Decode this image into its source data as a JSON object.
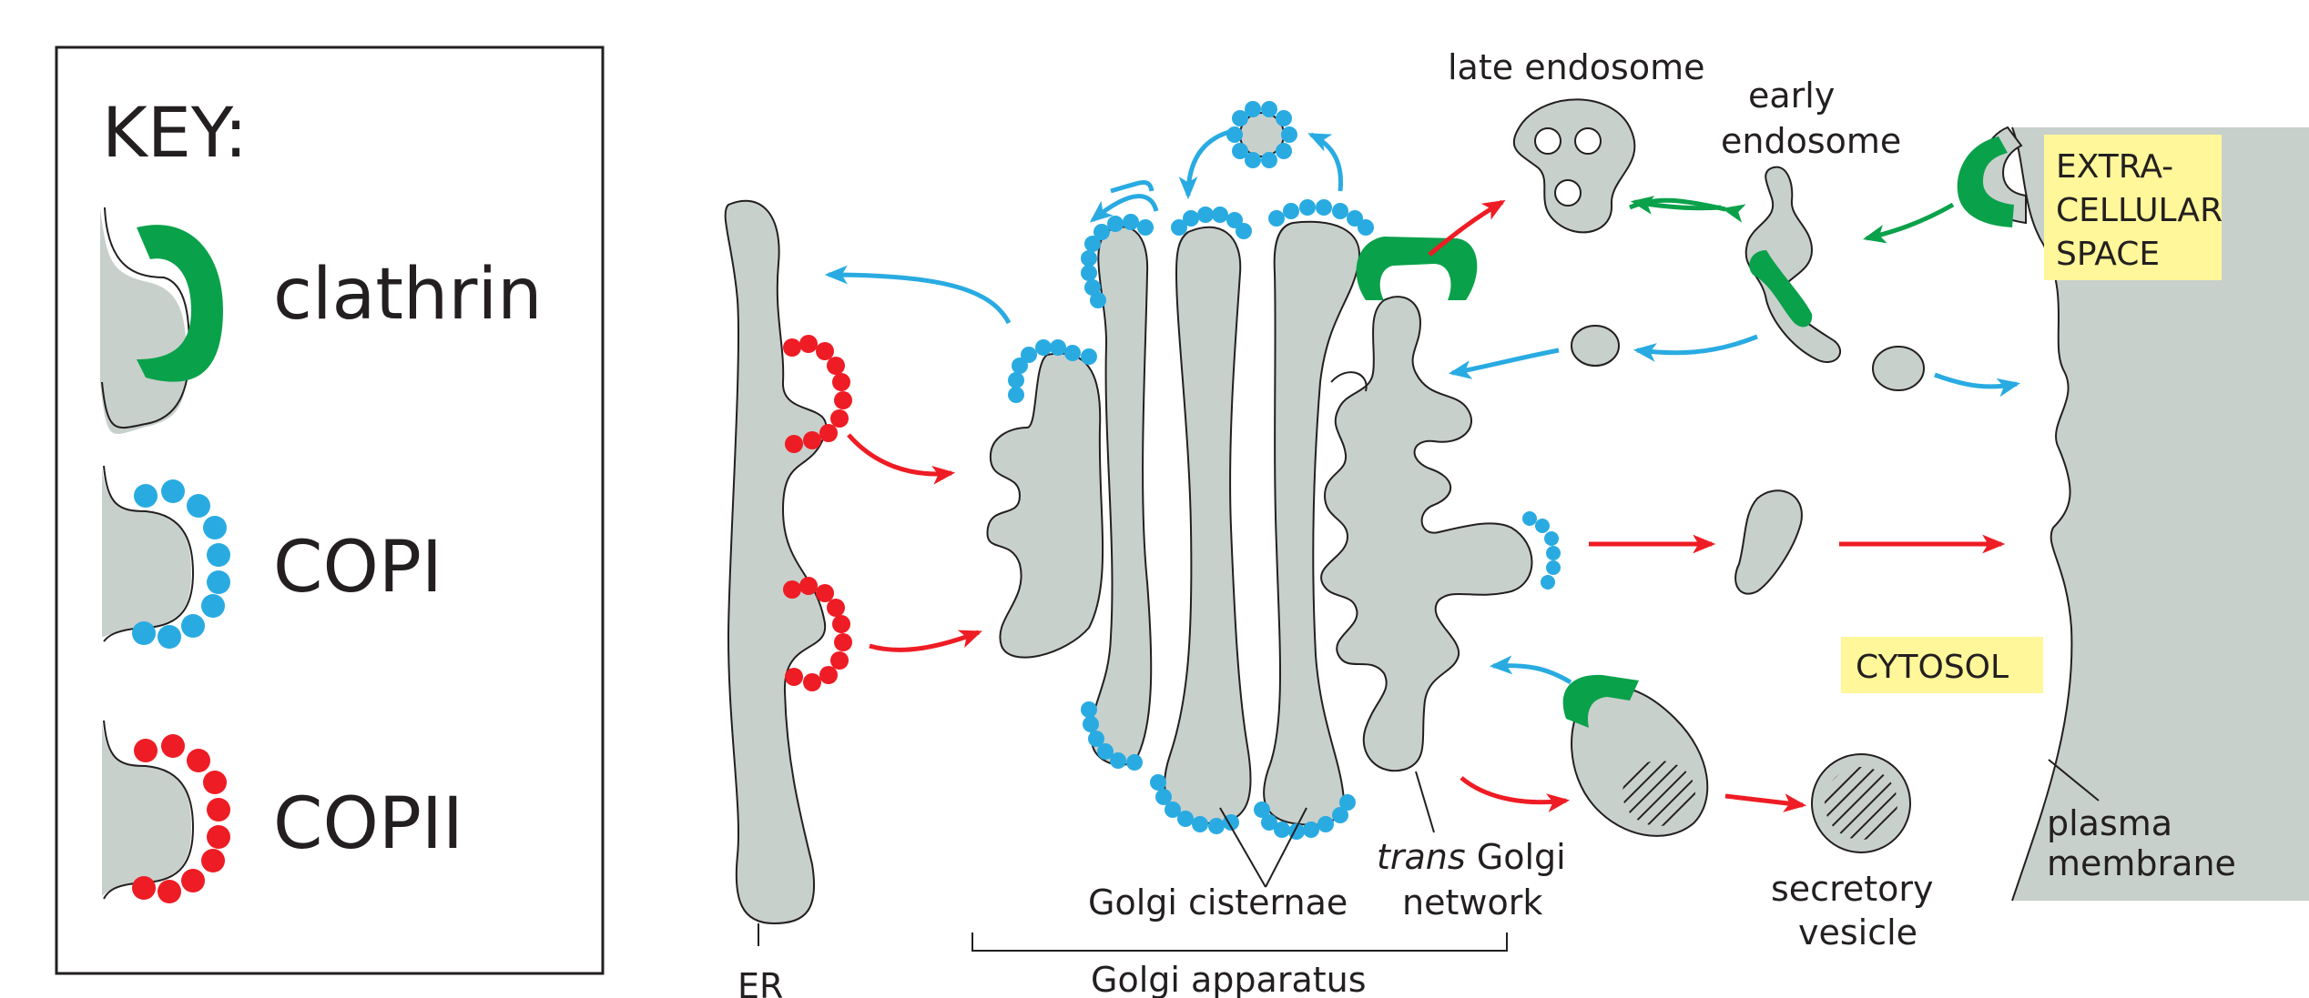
{
  "colors": {
    "organelle_fill": "#c8d0cc",
    "clathrin": "#0aa14b",
    "copi": "#29abe2",
    "copii": "#ee1c24",
    "label_box": "#fff799",
    "line": "#231f20"
  },
  "key": {
    "title": "KEY:",
    "clathrin": "clathrin",
    "copi": "COPI",
    "copii": "COPII"
  },
  "labels": {
    "late_endosome": "late endosome",
    "early_endosome_1": "early",
    "early_endosome_2": "endosome",
    "extracellular_1": "EXTRA-",
    "extracellular_2": "CELLULAR",
    "extracellular_3": "SPACE",
    "cytosol": "CYTOSOL",
    "plasma_membrane_1": "plasma",
    "plasma_membrane_2": "membrane",
    "golgi_cisternae": "Golgi cisternae",
    "trans_italic": "trans",
    "tgn_rest": " Golgi",
    "tgn_line2": "network",
    "secretory_1": "secretory",
    "secretory_2": "vesicle",
    "golgi_apparatus": "Golgi apparatus",
    "er": "ER"
  }
}
